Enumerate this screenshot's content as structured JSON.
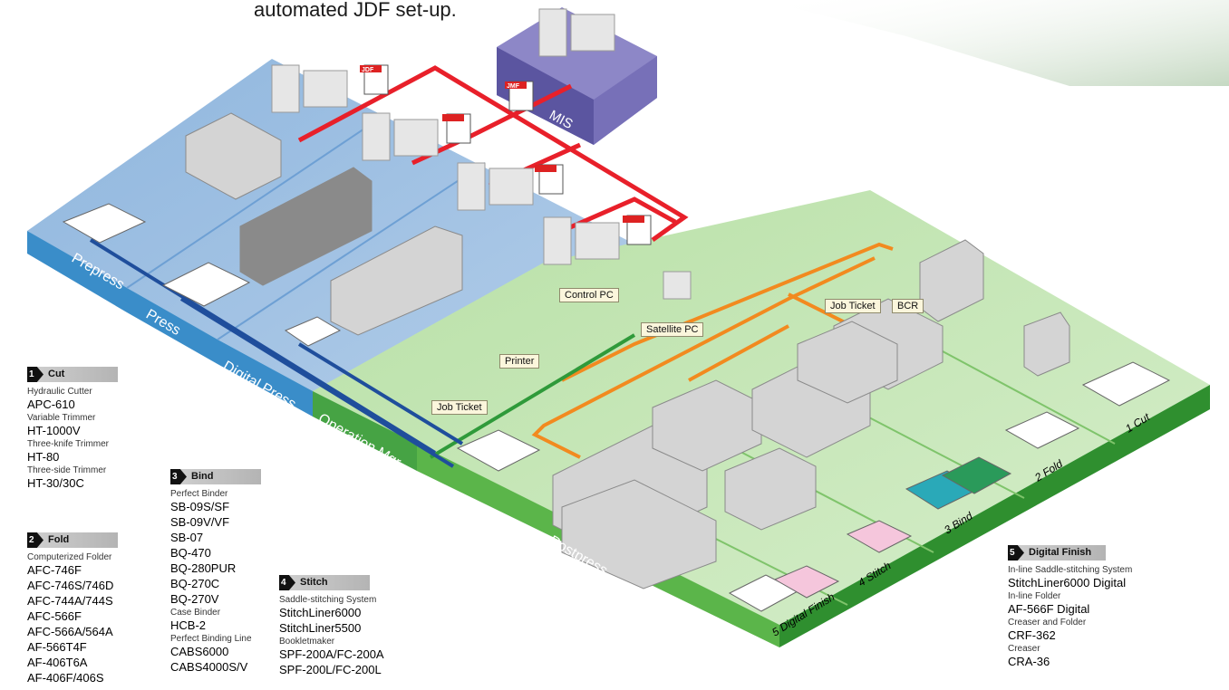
{
  "caption": "automated JDF set-up.",
  "zones": {
    "prepress": "Prepress",
    "press": "Press",
    "digital_press": "Digital Press",
    "operation_mgr": "Operation Mgr",
    "postpress": "Postpress",
    "mis": "MIS"
  },
  "labels": {
    "control_pc": "Control PC",
    "satellite_pc": "Satellite PC",
    "printer": "Printer",
    "job_ticket_left": "Job Ticket",
    "job_ticket_right": "Job Ticket",
    "bcr": "BCR",
    "jdf": "JDF",
    "jmf": "JMF"
  },
  "lanes": [
    {
      "num": "1",
      "name": "Cut"
    },
    {
      "num": "2",
      "name": "Fold"
    },
    {
      "num": "3",
      "name": "Bind"
    },
    {
      "num": "4",
      "name": "Stitch"
    },
    {
      "num": "5",
      "name": "Digital Finish"
    }
  ],
  "sections": {
    "cut": {
      "num": "1",
      "title": "Cut",
      "groups": [
        {
          "category": "Hydraulic Cutter",
          "models": [
            "APC-610"
          ]
        },
        {
          "category": "Variable Trimmer",
          "models": [
            "HT-1000V"
          ]
        },
        {
          "category": "Three-knife Trimmer",
          "models": [
            "HT-80"
          ]
        },
        {
          "category": "Three-side Trimmer",
          "models": [
            "HT-30/30C"
          ]
        }
      ]
    },
    "fold": {
      "num": "2",
      "title": "Fold",
      "groups": [
        {
          "category": "Computerized Folder",
          "models": [
            "AFC-746F",
            "AFC-746S/746D",
            "AFC-744A/744S",
            "AFC-566F",
            "AFC-566A/564A",
            "AF-566T4F",
            "AF-406T6A",
            "AF-406F/406S"
          ]
        }
      ]
    },
    "bind": {
      "num": "3",
      "title": "Bind",
      "groups": [
        {
          "category": "Perfect Binder",
          "models": [
            "SB-09S/SF",
            "SB-09V/VF",
            "SB-07",
            "BQ-470",
            "BQ-280PUR",
            "BQ-270C",
            "BQ-270V"
          ]
        },
        {
          "category": "Case Binder",
          "models": [
            "HCB-2"
          ]
        },
        {
          "category": "Perfect Binding Line",
          "models": [
            "CABS6000",
            "CABS4000S/V"
          ]
        }
      ]
    },
    "stitch": {
      "num": "4",
      "title": "Stitch",
      "groups": [
        {
          "category": "Saddle-stitching System",
          "models": [
            "StitchLiner6000",
            "StitchLiner5500"
          ]
        },
        {
          "category": "Bookletmaker",
          "models": [
            "SPF-200A/FC-200A",
            "SPF-200L/FC-200L"
          ]
        }
      ]
    },
    "digital_finish": {
      "num": "5",
      "title": "Digital Finish",
      "groups": [
        {
          "category": "In-line Saddle-stitching System",
          "models": [
            "StitchLiner6000 Digital"
          ]
        },
        {
          "category": "In-line Folder",
          "models": [
            "AF-566F Digital"
          ]
        },
        {
          "category": "Creaser and Folder",
          "models": [
            "CRF-362"
          ]
        },
        {
          "category": "Creaser",
          "models": [
            "CRA-36"
          ]
        }
      ]
    }
  },
  "colors": {
    "jdf_network": "#e8202a",
    "postpress_network": "#f28a1f",
    "operation_link": "#2f9a3a",
    "prepress_link": "#1f4e9c",
    "prepress_zone": "#8db3dc",
    "postpress_zone": "#9ed58a",
    "mis_zone": "#6f6ab0"
  }
}
